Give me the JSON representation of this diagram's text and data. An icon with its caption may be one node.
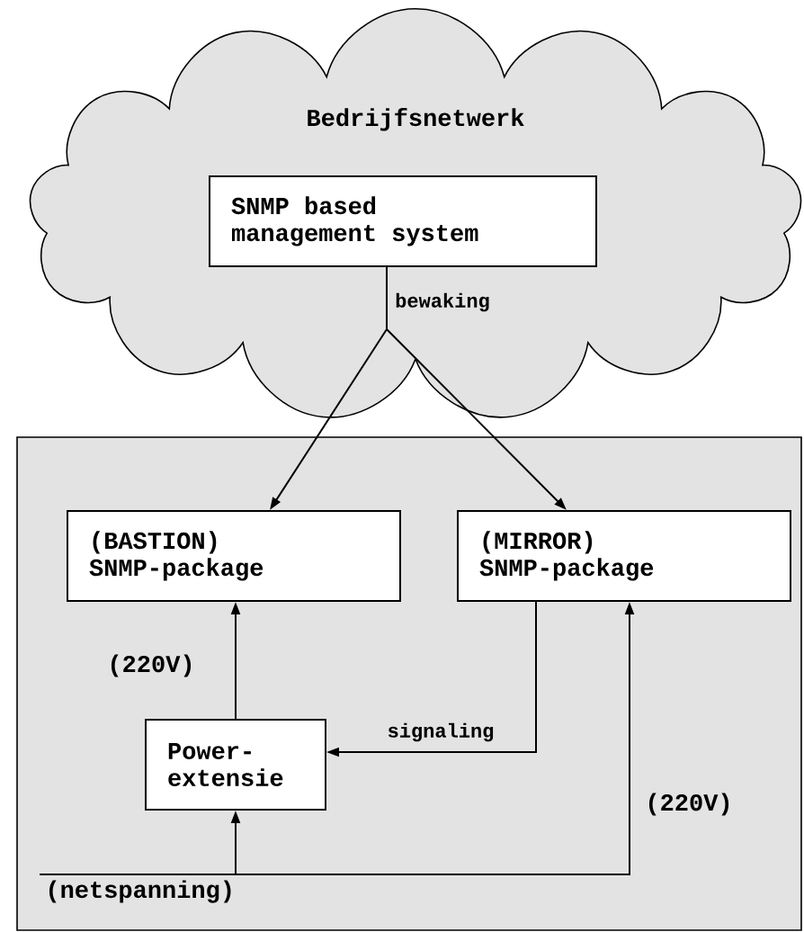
{
  "diagram": {
    "nodes": [
      {
        "text": [
          "Bedrijfsnetwerk"
        ]
      },
      {
        "text": [
          "SNMP based management system"
        ],
        "in": 0
      },
      {
        "text": [],
        "shape": "box"
      },
      {
        "text": [
          "(BASTION) SNMP-package"
        ],
        "in": 2
      },
      {
        "text": [
          "(MIRROR) SNMP-package"
        ],
        "in": 2
      },
      {
        "text": [
          "Power- extensie"
        ],
        "in": 2
      },
      {
        "text": [
          "(netspanning)"
        ],
        "in": 2
      }
    ],
    "edges": [
      {
        "from": 1,
        "to": 3,
        "arrow": "to",
        "label": "bewaking"
      },
      {
        "from": 1,
        "to": 4,
        "arrow": "to"
      },
      {
        "from": 5,
        "to": 3,
        "arrow": "to",
        "label": "(220V)"
      },
      {
        "from": 4,
        "to": 5,
        "arrow": "to",
        "label": "signaling"
      },
      {
        "from": 6,
        "to": 5,
        "arrow": "to"
      },
      {
        "from": 6,
        "to": 4,
        "arrow": "to",
        "label": "(220V)"
      }
    ]
  }
}
